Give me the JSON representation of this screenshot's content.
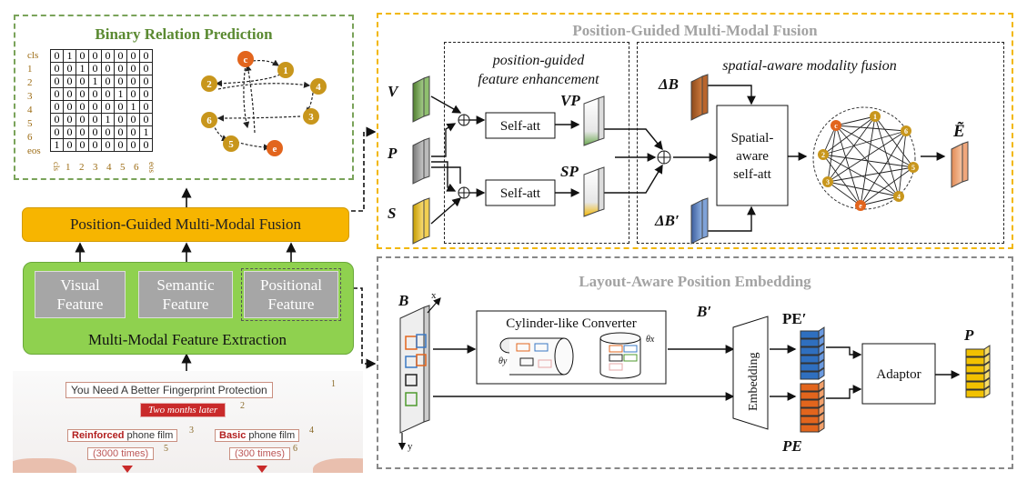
{
  "brp": {
    "title": "Binary Relation Prediction",
    "row_labels": [
      "cls",
      "1",
      "2",
      "3",
      "4",
      "5",
      "6",
      "eos"
    ],
    "col_labels": [
      "cls",
      "1",
      "2",
      "3",
      "4",
      "5",
      "6",
      "eos"
    ],
    "matrix": [
      [
        0,
        1,
        0,
        0,
        0,
        0,
        0,
        0
      ],
      [
        0,
        0,
        1,
        0,
        0,
        0,
        0,
        0
      ],
      [
        0,
        0,
        0,
        1,
        0,
        0,
        0,
        0
      ],
      [
        0,
        0,
        0,
        0,
        0,
        1,
        0,
        0
      ],
      [
        0,
        0,
        0,
        0,
        0,
        0,
        1,
        0
      ],
      [
        0,
        0,
        0,
        0,
        1,
        0,
        0,
        0
      ],
      [
        0,
        0,
        0,
        0,
        0,
        0,
        0,
        1
      ],
      [
        1,
        0,
        0,
        0,
        0,
        0,
        0,
        0
      ]
    ],
    "graph_nodes": [
      "c",
      "1",
      "2",
      "4",
      "3",
      "6",
      "5",
      "e"
    ]
  },
  "pipeline": {
    "fusion_label": "Position-Guided Multi-Modal Fusion",
    "feature_visual": "Visual Feature",
    "feature_semantic": "Semantic Feature",
    "feature_positional": "Positional Feature",
    "extraction_label": "Multi-Modal Feature Extraction"
  },
  "example": {
    "headline": "You Need A Better Fingerprint Protection",
    "headline_num": "1",
    "tag": "Two months later",
    "tag_num": "2",
    "left_bold": "Reinforced",
    "left_rest": " phone film",
    "left_num": "3",
    "left_times": "(3000 times)",
    "left_times_num": "5",
    "right_bold": "Basic",
    "right_rest": " phone film",
    "right_num": "4",
    "right_times": "(300 times)",
    "right_times_num": "6"
  },
  "pgmf": {
    "title": "Position-Guided Multi-Modal Fusion",
    "sub_left": "position-guided feature enhancement",
    "sub_right": "spatial-aware modality fusion",
    "in_v": "V",
    "in_p": "P",
    "in_s": "S",
    "selfatt": "Self-att",
    "vp": "VP",
    "sp": "SP",
    "delta_b": "ΔB",
    "delta_b2": "ΔB′",
    "spatial": "Spatial-aware self-att",
    "out": "Ẽ",
    "node_labels": [
      "c",
      "1",
      "6",
      "2",
      "5",
      "3",
      "4",
      "e"
    ]
  },
  "lape": {
    "title": "Layout-Aware Position Embedding",
    "b": "B",
    "b2": "B′",
    "converter": "Cylinder-like Converter",
    "embedding": "Embedding",
    "pe2": "PE′",
    "pe": "PE",
    "adaptor": "Adaptor",
    "p": "P",
    "x": "x",
    "y": "y",
    "theta_x": "θx",
    "theta_y": "θy"
  },
  "colors": {
    "green": "#7aa35a",
    "yellow": "#f2b705",
    "orange": "#e2651d",
    "gold": "#c8961c"
  }
}
